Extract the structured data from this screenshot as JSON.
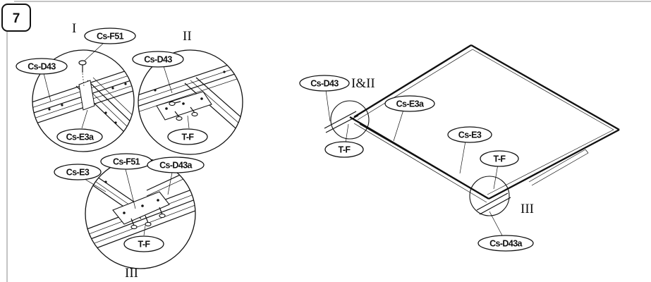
{
  "step": {
    "number": "7"
  },
  "details": {
    "one": {
      "numeral": "I",
      "labels": {
        "top": "Cs-F51",
        "left": "Cs-D43",
        "bottom": "Cs-E3a"
      }
    },
    "two": {
      "numeral": "II",
      "labels": {
        "top": "Cs-D43",
        "bottom": "T-F"
      }
    },
    "three": {
      "numeral": "III",
      "labels": {
        "left": "Cs-E3",
        "middle": "Cs-F51",
        "right": "Cs-D43a",
        "bottom": "T-F"
      }
    }
  },
  "overview": {
    "callout_a": {
      "numeral": "I&II",
      "labels": {
        "rail": "Cs-D43",
        "connector": "T-F"
      }
    },
    "callout_b": {
      "numeral": "III",
      "labels": {
        "connector": "T-F",
        "rail": "Cs-D43a"
      }
    },
    "member_labels": {
      "upper": "Cs-E3a",
      "lower": "Cs-E3"
    }
  }
}
